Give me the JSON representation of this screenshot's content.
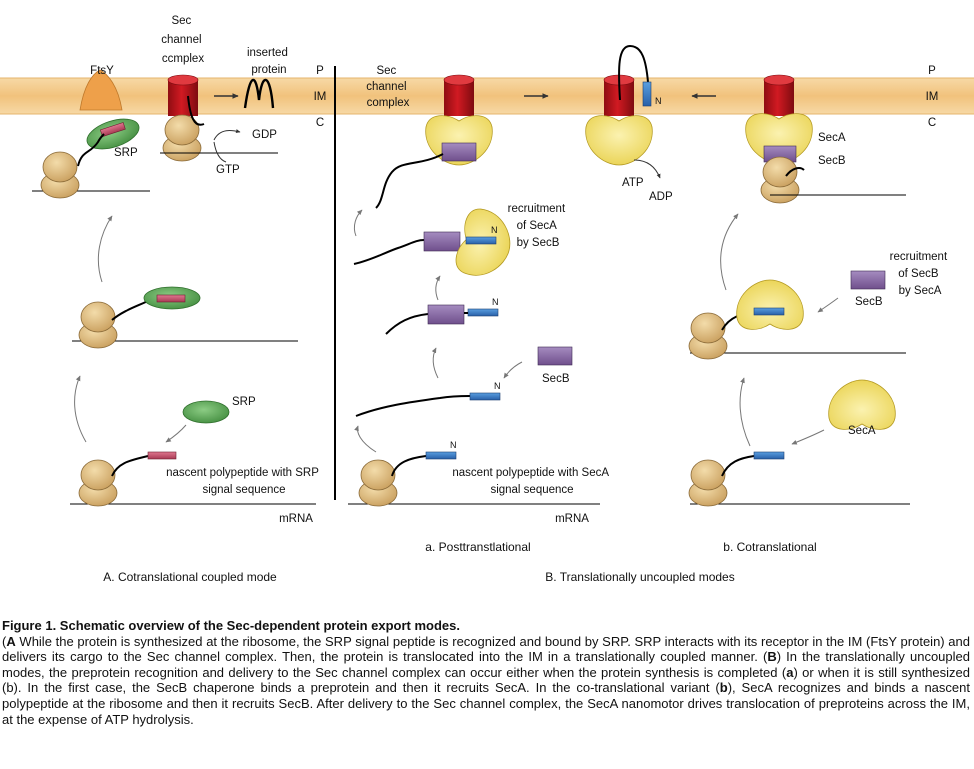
{
  "labels": {
    "ftsy": "FtsY",
    "sec_channel_ccmplex": [
      "Sec",
      "channel",
      "ccmplex"
    ],
    "inserted_protein": [
      "inserted",
      "protein"
    ],
    "p": "P",
    "im": "IM",
    "c": "C",
    "srp_bound": "SRP",
    "gdp": "GDP",
    "gtp": "GTP",
    "srp_free": "SRP",
    "nascent_srp": [
      "nascent polypeptide with SRP",
      "signal sequence"
    ],
    "mrna": "mRNA",
    "sec_channel_complex": [
      "Sec",
      "channel",
      "complex"
    ],
    "recruit_seca": [
      "recruitment",
      "of SecA",
      "by SecB"
    ],
    "n": "N",
    "secb": "SecB",
    "nascent_seca": [
      "nascent polypeptide with SecA",
      "signal sequence"
    ],
    "atp": "ATP",
    "adp": "ADP",
    "seca": "SecA",
    "recruit_secb": [
      "recruitment",
      "of SecB",
      "by SecA"
    ],
    "sub_a": "a. Posttranstlational",
    "sub_b": "b. Cotranslational",
    "panel_a": "A. Cotranslational coupled mode",
    "panel_b": "B. Translationally uncoupled modes"
  },
  "caption": {
    "title": "Figure 1. Schematic overview of the Sec-dependent protein export modes.",
    "A": "A",
    "part1": " While the protein is synthesized at the ribosome, the SRP signal peptide is recognized and bound by SRP. SRP interacts with its receptor in the IM (FtsY protein) and delivers its cargo to the Sec channel complex. Then, the protein is translocated into the IM in a translationally coupled manner. (",
    "B": "B",
    "part2": ") In the translationally uncoupled modes, the preprotein recognition and delivery to the Sec channel complex can occur either when the protein synthesis is completed (",
    "a": "a",
    "part3": ") or when it is still synthesized (b). In the first case, the SecB chaperone binds a preprotein and then it recruits SecA. In the co-translational variant (",
    "b": "b",
    "part4": "), SecA recognizes and binds a nascent polypeptide at the ribosome and then it recruits SecB. After delivery to the Sec channel complex, the SecA nanomotor drives translocation of  preproteins across the IM, at the expense of ATP hydrolysis."
  },
  "colors": {
    "membrane": "#f4c98a",
    "channel": "#c0141c",
    "ribosome": "#e2c088",
    "seca": "#f6e680",
    "secb": "#8b6aa6",
    "srp": "#5faa5a",
    "srp_signal": "#c8506a",
    "seca_signal": "#3a7cc4",
    "ftsy": "#eea04a"
  }
}
